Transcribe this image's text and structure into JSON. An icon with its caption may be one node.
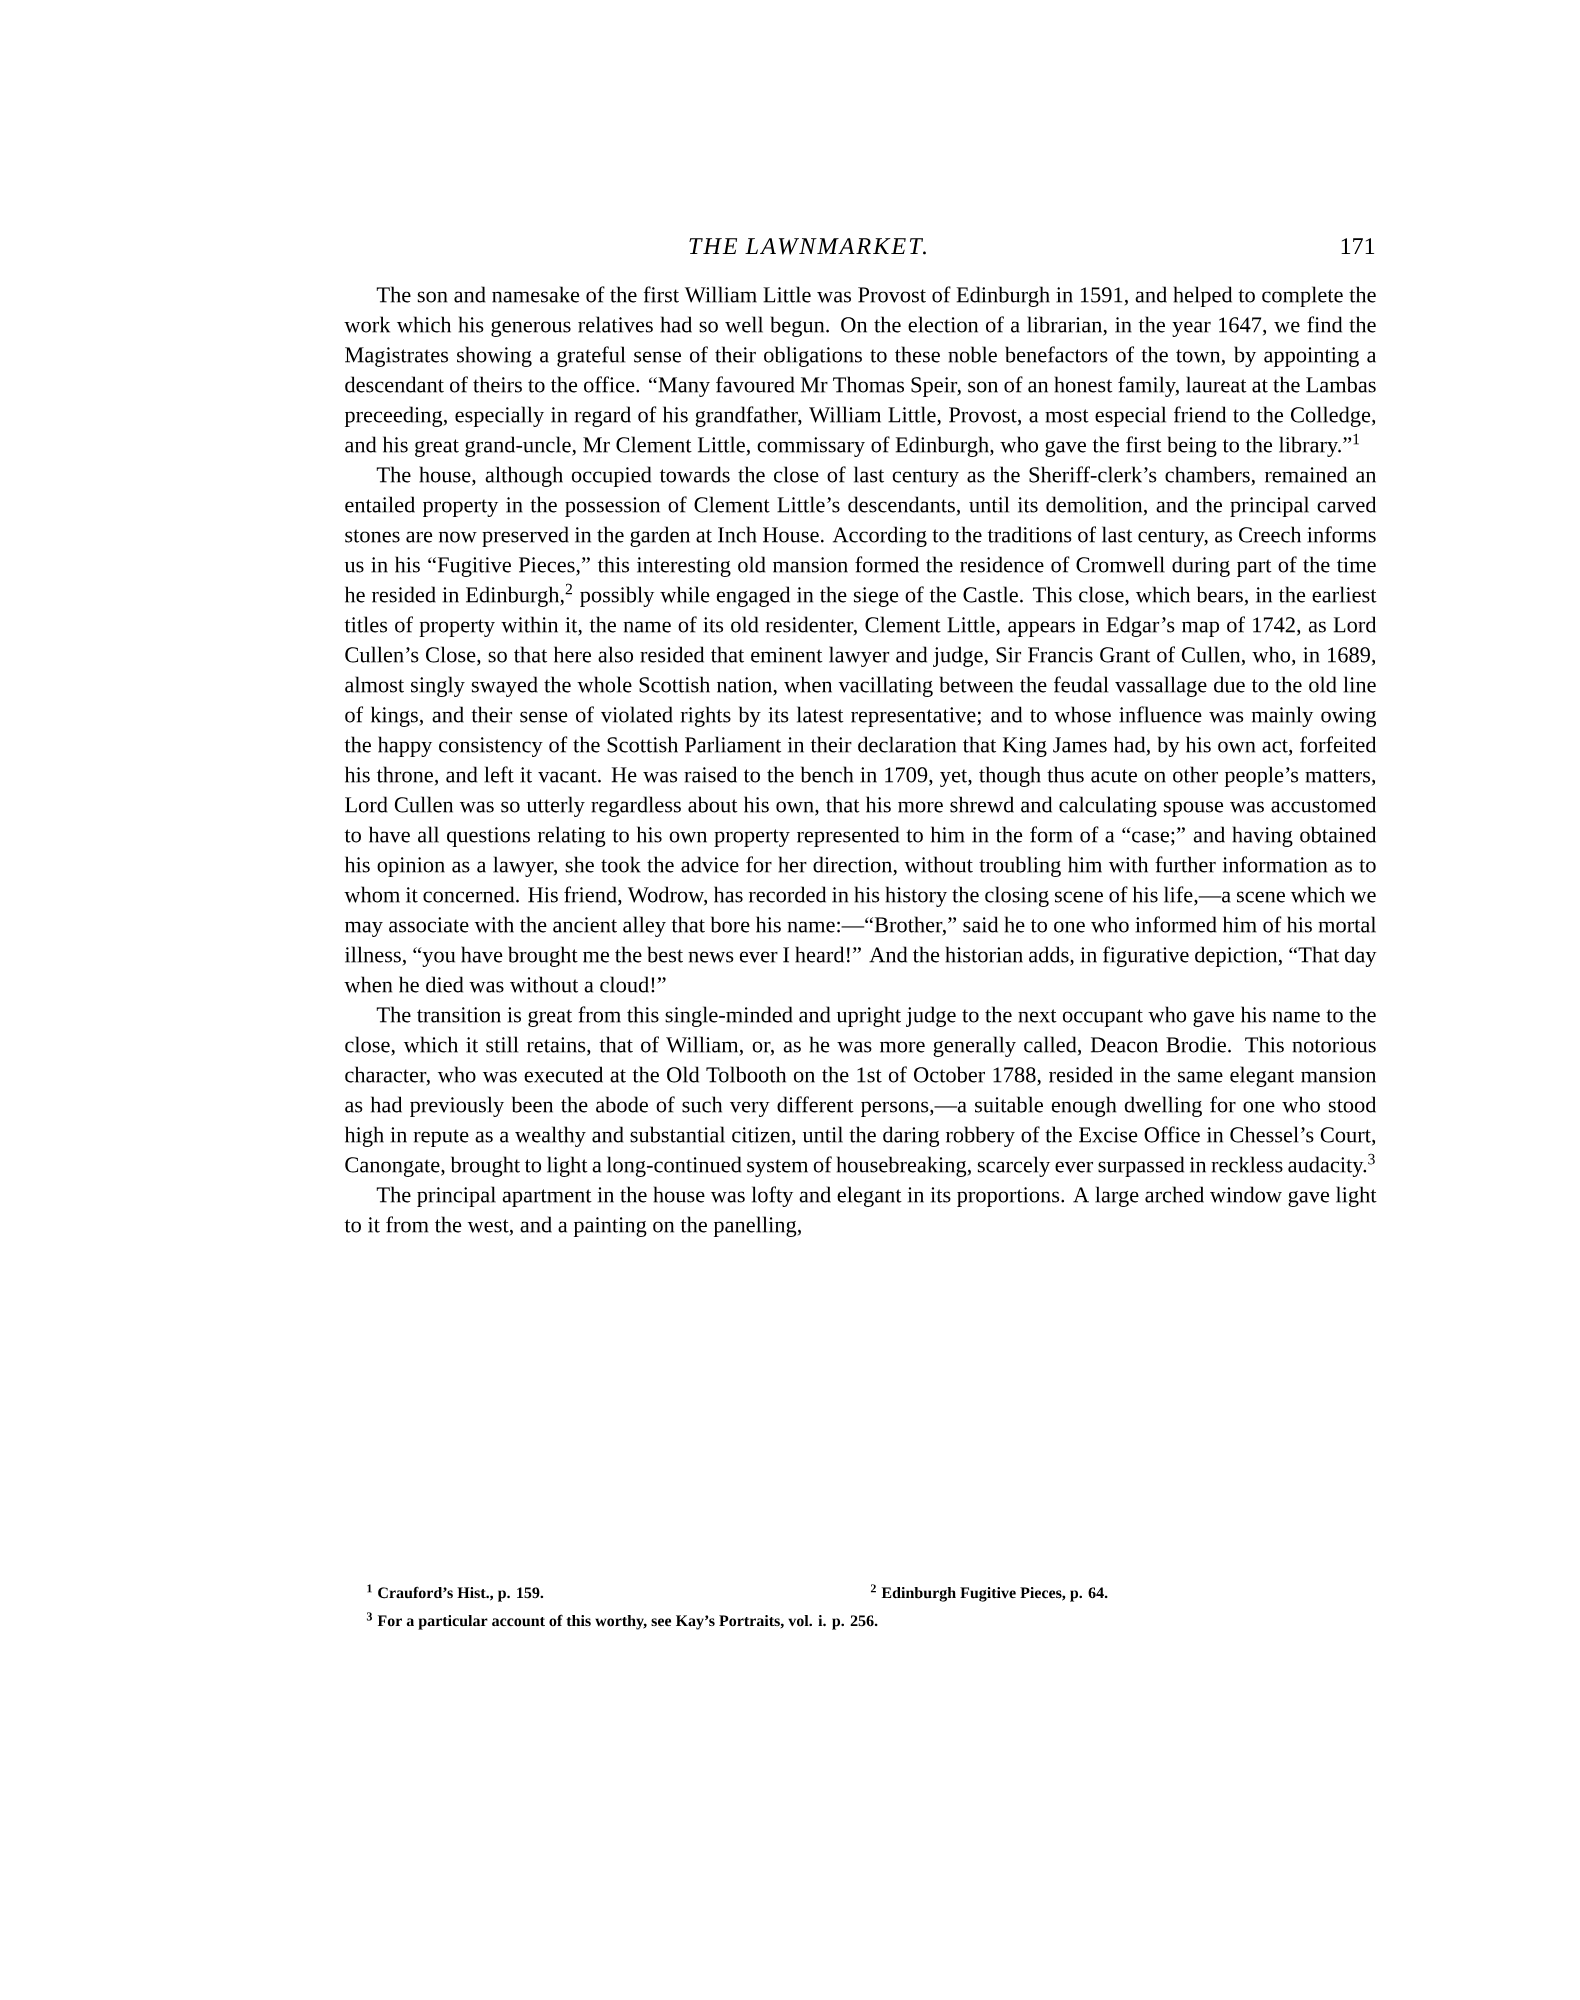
{
  "diagram": {
    "title": "THE LAWNMARKET.",
    "labels": [
      "171",
      "The son and namesake of the first William Little was Provost of Edinburgh in 1591, and helped to complete the work which his generous relatives had so well begun. On the election of a librarian, in the year 1647, we find the Magistrates showing a grateful sense of their obligations to these noble benefactors of the town, by appointing a descendant of theirs to the office. “Many favoured Mr Thomas Speir, son of an honest family, laureat at the Lambas preceeding, especially in regard of his grandfather, William Little, Provost, a most especial friend to the Colledge, and his great grand-uncle, Mr Clement Little, commissary of Edinburgh, who gave the first being to the library.”$^{1}$",
      "The house, although occupied towards the close of last century as the Sheriff-clerk’s chambers, remained an entailed property in the possession of Clement Little’s descendants, until its demolition, and the principal carved stones are now preserved in the garden at Inch House. According to the traditions of last century, as Creech informs us in his “Fugitive Pieces,” this interesting old mansion formed the residence of Cromwell during part of the time he resided in Edinburgh,$^{2}$ possibly while engaged in the siege of the Castle. This close, which bears, in the earliest titles of property within it, the name of its old residenter, Clement Little, appears in Edgar’s map of 1742, as Lord Cullen’s Close, so that here also resided that eminent lawyer and judge, Sir Francis Grant of Cullen, who, in 1689, almost singly swayed the whole Scottish nation, when vacillating between the feudal vassallage due to the old line of kings, and their sense of violated rights by its latest representative; and to whose influence was mainly owing the happy consistency of the Scottish Parliament in their declaration that King James had, by his own act, forfeited his throne, and left it vacant. He was raised to the bench in 1709, yet, though thus acute on other people’s matters, Lord Cullen was so utterly regardless about his own, that his more shrewd and calculating spouse was accustomed to have all questions relating to his own property represented to him in the form of a “case;” and having obtained his opinion as a lawyer, she took the advice for her direction, without troubling him with further information as to whom it concerned. His friend, Wodrow, has recorded in his history the closing scene of his life,—a scene which we may associate with the ancient alley that bore his name:—“Brother,” said he to one who informed him of his mortal illness, “you have brought me the best news ever I heard!” And the historian adds, in figurative depiction, “That day when he died was without a cloud!”",
      "The transition is great from this single-minded and upright judge to the next occupant who gave his name to the close, which it still retains, that of William, or, as he was more generally called, Deacon Brodie. This notorious character, who was executed at the Old Tolbooth on the 1st of October 1788, resided in the same elegant mansion as had previously been the abode of such very different persons,—a suitable enough dwelling for one who stood high in repute as a wealthy and substantial citizen, until the daring robbery of the Excise Office in Chessel’s Court, Canongate, brought to light a long-continued system of housebreaking, scarcely ever surpassed in reckless audacity.$^{3}$",
      "The principal apartment in the house was lofty and elegant in its proportions. A large arched window gave light to it from the west, and a painting on the panelling,",
      "$^{1}$ Crauford’s Hist., p. 159.",
      "$^{2}$ Edinburgh Fugitive Pieces, p. 64.",
      "$^{3}$ For a particular account of this worthy, see Kay’s Portraits, vol. i. p. 256."
    ]
  }
}
